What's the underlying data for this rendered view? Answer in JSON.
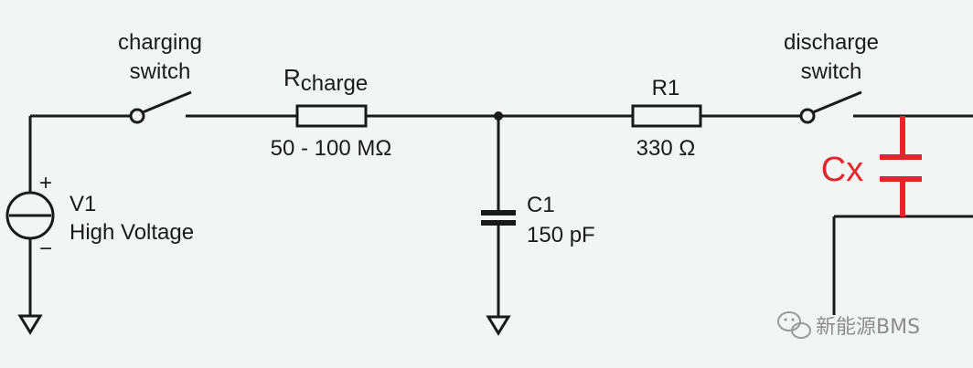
{
  "labels": {
    "charging_switch_line1": "charging",
    "charging_switch_line2": "switch",
    "rcharge_main": "R",
    "rcharge_sub": "charge",
    "rcharge_value": "50 - 100 MΩ",
    "r1_name": "R1",
    "r1_value": "330 Ω",
    "discharge_switch_line1": "discharge",
    "discharge_switch_line2": "switch",
    "c1_name": "C1",
    "c1_value": "150 pF",
    "v1_name": "V1",
    "v1_desc": "High Voltage",
    "plus": "+",
    "minus": "−",
    "cx": "Cx"
  },
  "watermark": {
    "text": "新能源BMS",
    "icon": "wechat-icon"
  },
  "colors": {
    "wire": "#1a1a1a",
    "cx": "#e3262b",
    "background": "#f3f4f4"
  }
}
